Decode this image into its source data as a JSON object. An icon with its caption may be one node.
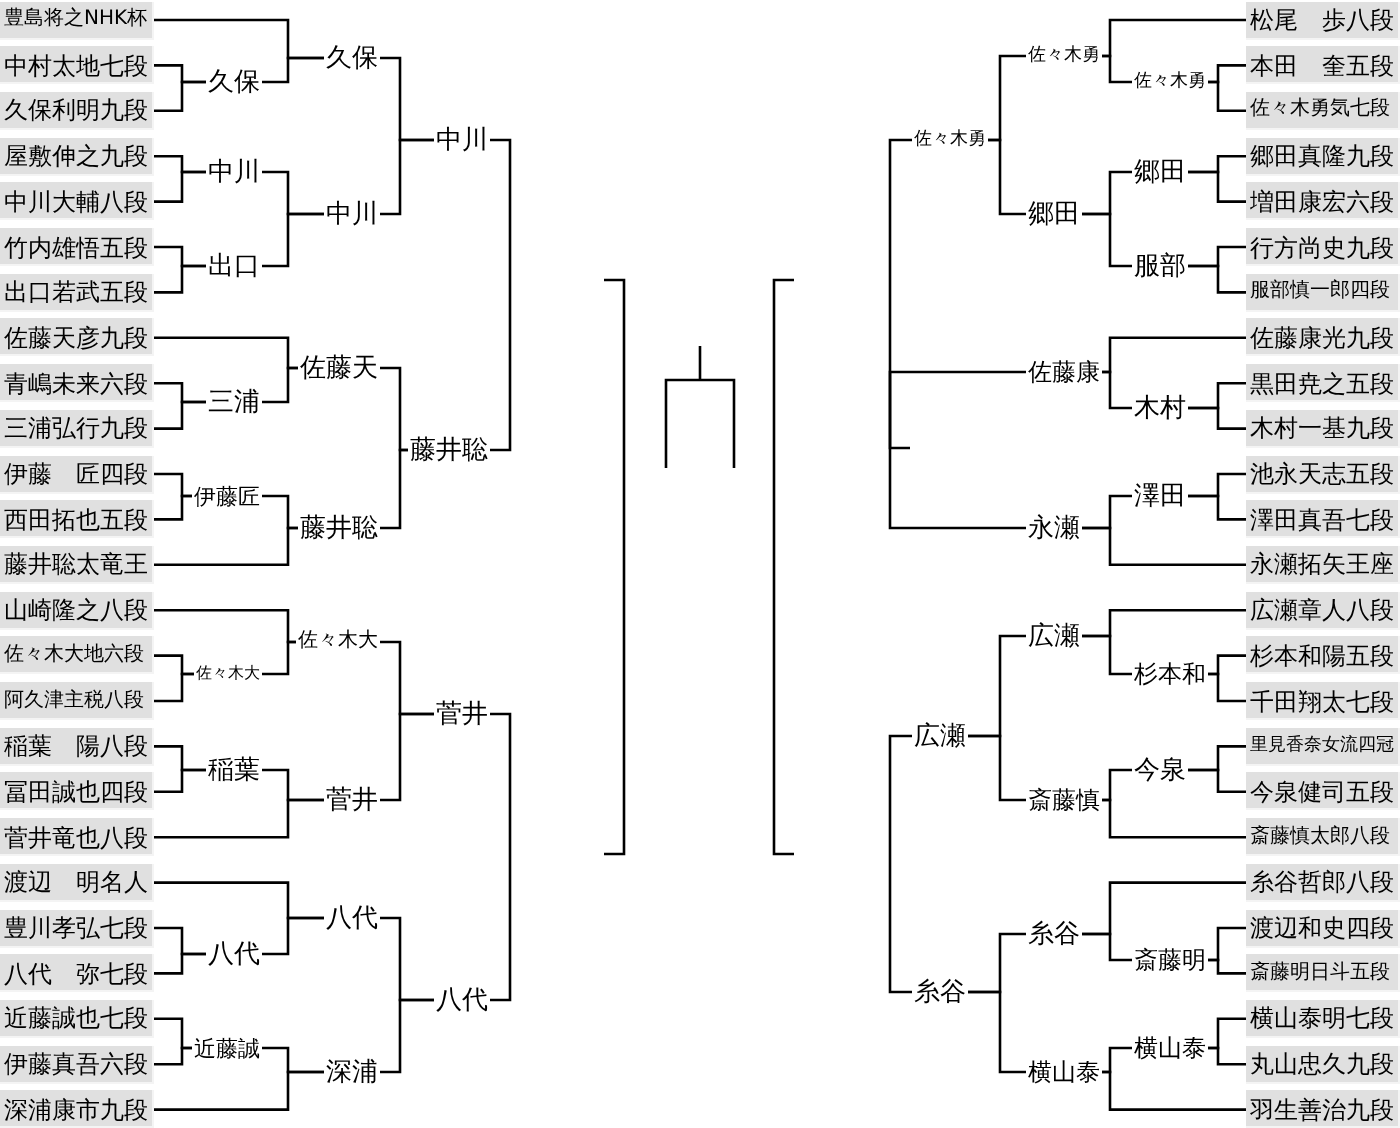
{
  "diagram": {
    "nodes": [
      {
        "text": [
          "豊島将之NHK杯"
        ]
      },
      {
        "text": [
          "中村太地七段"
        ]
      },
      {
        "text": [
          "久保利明九段"
        ]
      },
      {
        "text": [
          "屋敷伸之九段"
        ]
      },
      {
        "text": [
          "中川大輔八段"
        ]
      },
      {
        "text": [
          "竹内雄悟五段"
        ]
      },
      {
        "text": [
          "出口若武五段"
        ]
      },
      {
        "text": [
          "佐藤天彦九段"
        ]
      },
      {
        "text": [
          "青嶋未来六段"
        ]
      },
      {
        "text": [
          "三浦弘行九段"
        ]
      },
      {
        "text": [
          "伊藤　匠四段"
        ]
      },
      {
        "text": [
          "西田拓也五段"
        ]
      },
      {
        "text": [
          "藤井聡太竜王"
        ]
      },
      {
        "text": [
          "山崎隆之八段"
        ]
      },
      {
        "text": [
          "佐々木大地六段"
        ]
      },
      {
        "text": [
          "阿久津主税八段"
        ]
      },
      {
        "text": [
          "稲葉　陽八段"
        ]
      },
      {
        "text": [
          "冨田誠也四段"
        ]
      },
      {
        "text": [
          "菅井竜也八段"
        ]
      },
      {
        "text": [
          "渡辺　明名人"
        ]
      },
      {
        "text": [
          "豊川孝弘七段"
        ]
      },
      {
        "text": [
          "八代　弥七段"
        ]
      },
      {
        "text": [
          "近藤誠也七段"
        ]
      },
      {
        "text": [
          "伊藤真吾六段"
        ]
      },
      {
        "text": [
          "深浦康市九段"
        ]
      },
      {
        "text": [
          "久保"
        ]
      },
      {
        "text": [
          "中川"
        ]
      },
      {
        "text": [
          "出口"
        ]
      },
      {
        "text": [
          "三浦"
        ]
      },
      {
        "text": [
          "伊藤匠"
        ]
      },
      {
        "text": [
          "佐々木大"
        ]
      },
      {
        "text": [
          "稲葉"
        ]
      },
      {
        "text": [
          "八代"
        ]
      },
      {
        "text": [
          "近藤誠"
        ]
      },
      {
        "text": [
          "久保"
        ]
      },
      {
        "text": [
          "中川"
        ]
      },
      {
        "text": [
          "佐藤天"
        ]
      },
      {
        "text": [
          "藤井聡"
        ]
      },
      {
        "text": [
          "佐々木大"
        ]
      },
      {
        "text": [
          "菅井"
        ]
      },
      {
        "text": [
          "八代"
        ]
      },
      {
        "text": [
          "深浦"
        ]
      },
      {
        "text": [
          "中川"
        ]
      },
      {
        "text": [
          "藤井聡"
        ]
      },
      {
        "text": [
          "菅井"
        ]
      },
      {
        "text": [
          "八代"
        ]
      },
      {
        "text": [
          "佐々木勇"
        ]
      },
      {
        "text": [
          "広瀬"
        ]
      },
      {
        "text": [
          "糸谷"
        ]
      },
      {
        "text": [
          "佐々木勇"
        ]
      },
      {
        "text": [
          "郷田"
        ]
      },
      {
        "text": [
          "佐藤康"
        ]
      },
      {
        "text": [
          "永瀬"
        ]
      },
      {
        "text": [
          "広瀬"
        ]
      },
      {
        "text": [
          "斎藤慎"
        ]
      },
      {
        "text": [
          "糸谷"
        ]
      },
      {
        "text": [
          "横山泰"
        ]
      },
      {
        "text": [
          "佐々木勇"
        ]
      },
      {
        "text": [
          "郷田"
        ]
      },
      {
        "text": [
          "服部"
        ]
      },
      {
        "text": [
          "木村"
        ]
      },
      {
        "text": [
          "澤田"
        ]
      },
      {
        "text": [
          "杉本和"
        ]
      },
      {
        "text": [
          "今泉"
        ]
      },
      {
        "text": [
          "斎藤明"
        ]
      },
      {
        "text": [
          "横山泰"
        ]
      },
      {
        "text": [
          "松尾　歩八段"
        ]
      },
      {
        "text": [
          "本田　奎五段"
        ]
      },
      {
        "text": [
          "佐々木勇気七段"
        ]
      },
      {
        "text": [
          "郷田真隆九段"
        ]
      },
      {
        "text": [
          "増田康宏六段"
        ]
      },
      {
        "text": [
          "行方尚史九段"
        ]
      },
      {
        "text": [
          "服部慎一郎四段"
        ]
      },
      {
        "text": [
          "佐藤康光九段"
        ]
      },
      {
        "text": [
          "黒田尭之五段"
        ]
      },
      {
        "text": [
          "木村一基九段"
        ]
      },
      {
        "text": [
          "池永天志五段"
        ]
      },
      {
        "text": [
          "澤田真吾七段"
        ]
      },
      {
        "text": [
          "永瀬拓矢王座"
        ]
      },
      {
        "text": [
          "広瀬章人八段"
        ]
      },
      {
        "text": [
          "杉本和陽五段"
        ]
      },
      {
        "text": [
          "千田翔太七段"
        ]
      },
      {
        "text": [
          "里見香奈女流四冠"
        ]
      },
      {
        "text": [
          "今泉健司五段"
        ]
      },
      {
        "text": [
          "斎藤慎太郎八段"
        ]
      },
      {
        "text": [
          "糸谷哲郎八段"
        ]
      },
      {
        "text": [
          "渡辺和史四段"
        ]
      },
      {
        "text": [
          "斎藤明日斗五段"
        ]
      },
      {
        "text": [
          "横山泰明七段"
        ]
      },
      {
        "text": [
          "丸山忠久九段"
        ]
      },
      {
        "text": [
          "羽生善治九段"
        ]
      }
    ],
    "edges": [
      {
        "from": 1,
        "to": 25,
        "arrow": "none"
      },
      {
        "from": 2,
        "to": 25,
        "arrow": "none"
      },
      {
        "from": 3,
        "to": 26,
        "arrow": "none"
      },
      {
        "from": 4,
        "to": 26,
        "arrow": "none"
      },
      {
        "from": 5,
        "to": 27,
        "arrow": "none"
      },
      {
        "from": 6,
        "to": 27,
        "arrow": "none"
      },
      {
        "from": 8,
        "to": 28,
        "arrow": "none"
      },
      {
        "from": 9,
        "to": 28,
        "arrow": "none"
      },
      {
        "from": 10,
        "to": 29,
        "arrow": "none"
      },
      {
        "from": 11,
        "to": 29,
        "arrow": "none"
      },
      {
        "from": 14,
        "to": 30,
        "arrow": "none"
      },
      {
        "from": 15,
        "to": 30,
        "arrow": "none"
      },
      {
        "from": 16,
        "to": 31,
        "arrow": "none"
      },
      {
        "from": 17,
        "to": 31,
        "arrow": "none"
      },
      {
        "from": 20,
        "to": 32,
        "arrow": "none"
      },
      {
        "from": 21,
        "to": 32,
        "arrow": "none"
      },
      {
        "from": 22,
        "to": 33,
        "arrow": "none"
      },
      {
        "from": 23,
        "to": 33,
        "arrow": "none"
      },
      {
        "from": 0,
        "to": 34,
        "arrow": "none"
      },
      {
        "from": 25,
        "to": 34,
        "arrow": "none"
      },
      {
        "from": 26,
        "to": 35,
        "arrow": "none"
      },
      {
        "from": 27,
        "to": 35,
        "arrow": "none"
      },
      {
        "from": 7,
        "to": 36,
        "arrow": "none"
      },
      {
        "from": 28,
        "to": 36,
        "arrow": "none"
      },
      {
        "from": 29,
        "to": 37,
        "arrow": "none"
      },
      {
        "from": 12,
        "to": 37,
        "arrow": "none"
      },
      {
        "from": 13,
        "to": 38,
        "arrow": "none"
      },
      {
        "from": 30,
        "to": 38,
        "arrow": "none"
      },
      {
        "from": 31,
        "to": 39,
        "arrow": "none"
      },
      {
        "from": 18,
        "to": 39,
        "arrow": "none"
      },
      {
        "from": 19,
        "to": 40,
        "arrow": "none"
      },
      {
        "from": 32,
        "to": 40,
        "arrow": "none"
      },
      {
        "from": 33,
        "to": 41,
        "arrow": "none"
      },
      {
        "from": 24,
        "to": 41,
        "arrow": "none"
      },
      {
        "from": 34,
        "to": 42,
        "arrow": "none"
      },
      {
        "from": 35,
        "to": 42,
        "arrow": "none"
      },
      {
        "from": 36,
        "to": 43,
        "arrow": "none"
      },
      {
        "from": 37,
        "to": 43,
        "arrow": "none"
      },
      {
        "from": 38,
        "to": 44,
        "arrow": "none"
      },
      {
        "from": 39,
        "to": 44,
        "arrow": "none"
      },
      {
        "from": 40,
        "to": 45,
        "arrow": "none"
      },
      {
        "from": 41,
        "to": 45,
        "arrow": "none"
      },
      {
        "from": 42,
        "to": 43,
        "arrow": "none"
      },
      {
        "from": 44,
        "to": 45,
        "arrow": "none"
      },
      {
        "from": 67,
        "to": 57,
        "arrow": "none"
      },
      {
        "from": 68,
        "to": 57,
        "arrow": "none"
      },
      {
        "from": 69,
        "to": 58,
        "arrow": "none"
      },
      {
        "from": 70,
        "to": 58,
        "arrow": "none"
      },
      {
        "from": 71,
        "to": 59,
        "arrow": "none"
      },
      {
        "from": 72,
        "to": 59,
        "arrow": "none"
      },
      {
        "from": 74,
        "to": 60,
        "arrow": "none"
      },
      {
        "from": 75,
        "to": 60,
        "arrow": "none"
      },
      {
        "from": 76,
        "to": 61,
        "arrow": "none"
      },
      {
        "from": 77,
        "to": 61,
        "arrow": "none"
      },
      {
        "from": 80,
        "to": 62,
        "arrow": "none"
      },
      {
        "from": 81,
        "to": 62,
        "arrow": "none"
      },
      {
        "from": 82,
        "to": 63,
        "arrow": "none"
      },
      {
        "from": 83,
        "to": 63,
        "arrow": "none"
      },
      {
        "from": 86,
        "to": 64,
        "arrow": "none"
      },
      {
        "from": 87,
        "to": 64,
        "arrow": "none"
      },
      {
        "from": 88,
        "to": 65,
        "arrow": "none"
      },
      {
        "from": 89,
        "to": 65,
        "arrow": "none"
      },
      {
        "from": 66,
        "to": 49,
        "arrow": "none"
      },
      {
        "from": 57,
        "to": 49,
        "arrow": "none"
      },
      {
        "from": 58,
        "to": 50,
        "arrow": "none"
      },
      {
        "from": 59,
        "to": 50,
        "arrow": "none"
      },
      {
        "from": 73,
        "to": 51,
        "arrow": "none"
      },
      {
        "from": 60,
        "to": 51,
        "arrow": "none"
      },
      {
        "from": 61,
        "to": 52,
        "arrow": "none"
      },
      {
        "from": 78,
        "to": 52,
        "arrow": "none"
      },
      {
        "from": 79,
        "to": 53,
        "arrow": "none"
      },
      {
        "from": 62,
        "to": 53,
        "arrow": "none"
      },
      {
        "from": 63,
        "to": 54,
        "arrow": "none"
      },
      {
        "from": 84,
        "to": 54,
        "arrow": "none"
      },
      {
        "from": 85,
        "to": 55,
        "arrow": "none"
      },
      {
        "from": 64,
        "to": 55,
        "arrow": "none"
      },
      {
        "from": 65,
        "to": 56,
        "arrow": "none"
      },
      {
        "from": 90,
        "to": 56,
        "arrow": "none"
      },
      {
        "from": 49,
        "to": 46,
        "arrow": "none"
      },
      {
        "from": 50,
        "to": 46,
        "arrow": "none"
      },
      {
        "from": 53,
        "to": 47,
        "arrow": "none"
      },
      {
        "from": 54,
        "to": 47,
        "arrow": "none"
      },
      {
        "from": 55,
        "to": 48,
        "arrow": "none"
      },
      {
        "from": 56,
        "to": 48,
        "arrow": "none"
      },
      {
        "from": 51,
        "to": 52,
        "arrow": "none"
      },
      {
        "from": 46,
        "to": null,
        "arrow": "none"
      },
      {
        "from": 47,
        "to": 48,
        "arrow": "none"
      }
    ]
  }
}
